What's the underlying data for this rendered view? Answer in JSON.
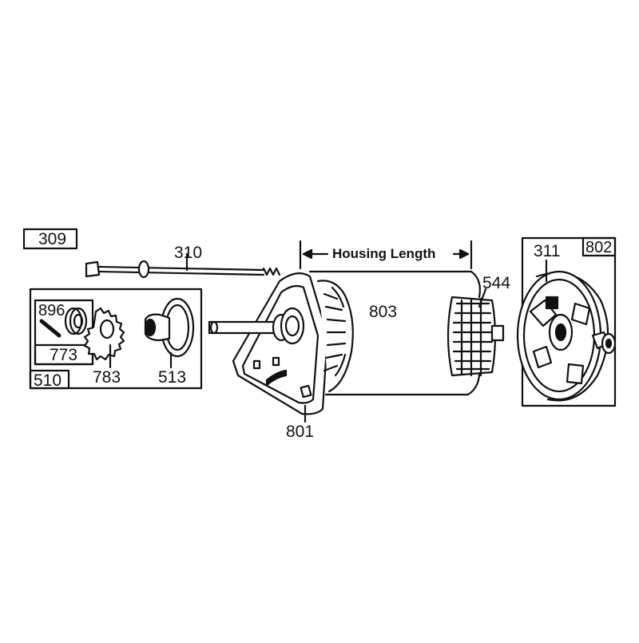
{
  "diagram": {
    "labels": {
      "kit_309": "309",
      "bolt_310": "310",
      "housing_length": "Housing Length",
      "end_cap_311": "311",
      "end_cap_assy_802": "802",
      "armature_544": "544",
      "housing_803": "803",
      "drive_end_801": "801",
      "pin_896": "896",
      "clip_773": "773",
      "drive_kit_510": "510",
      "gear_783": "783",
      "helix_513": "513"
    },
    "colors": {
      "ink": "#111111",
      "paper": "#ffffff"
    }
  }
}
